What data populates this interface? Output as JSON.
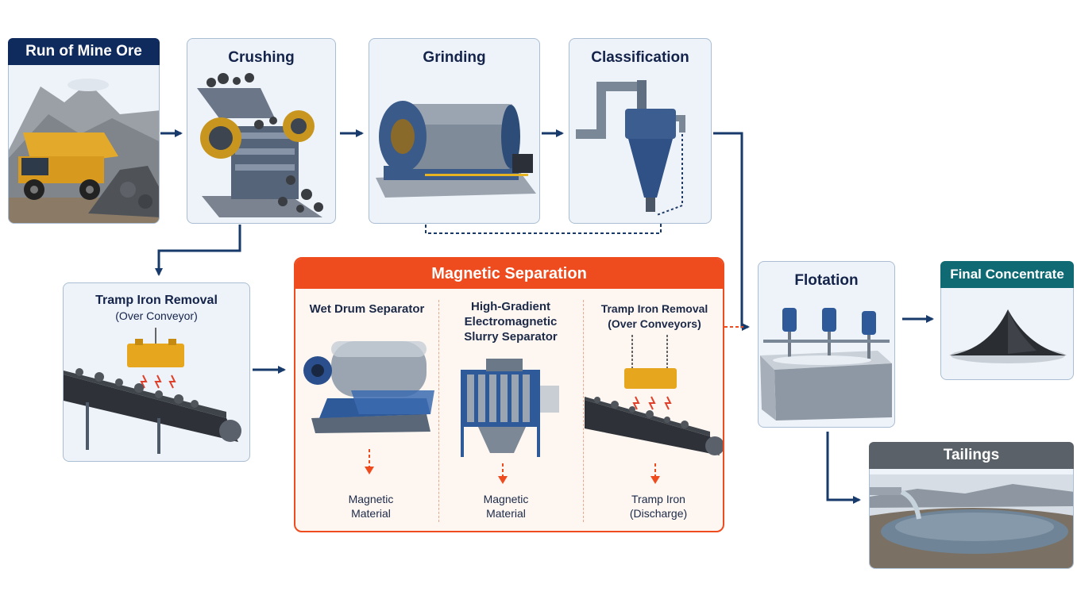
{
  "nodes": {
    "run_of_mine": {
      "title": "Run of Mine Ore"
    },
    "crushing": {
      "title": "Crushing"
    },
    "grinding": {
      "title": "Grinding"
    },
    "classification": {
      "title": "Classification"
    },
    "tramp_iron_1": {
      "title": "Tramp Iron Removal",
      "subtitle": "(Over Conveyor)"
    },
    "magnetic_separation": {
      "title": "Magnetic Separation",
      "units": [
        {
          "title": "Wet Drum Separator",
          "output": "Magnetic\nMaterial"
        },
        {
          "title": "High-Gradient\nElectromagnetic\nSlurry Separator",
          "output": "Magnetic\nMaterial"
        },
        {
          "title": "Tramp Iron Removal\n(Over Conveyors)",
          "output": "Tramp Iron\n(Discharge)"
        }
      ]
    },
    "flotation": {
      "title": "Flotation"
    },
    "final_concentrate": {
      "title": "Final Concentrate"
    },
    "tailings": {
      "title": "Tailings"
    }
  },
  "colors": {
    "navy": "#0f2a5c",
    "flow_arrow": "#173a6b",
    "accent_orange": "#ee4b1f",
    "teal": "#0f6a73",
    "slate": "#5b6169",
    "card_bg": "#eef3f9",
    "card_border": "#a9bdd3"
  },
  "icons": [
    "dump-truck-icon",
    "jaw-crusher-icon",
    "ball-mill-icon",
    "hydrocyclone-icon",
    "lifting-magnet-icon",
    "conveyor-icon",
    "wet-drum-separator-icon",
    "hgms-separator-icon",
    "flotation-cells-icon",
    "concentrate-pile-icon",
    "tailings-pond-icon"
  ]
}
